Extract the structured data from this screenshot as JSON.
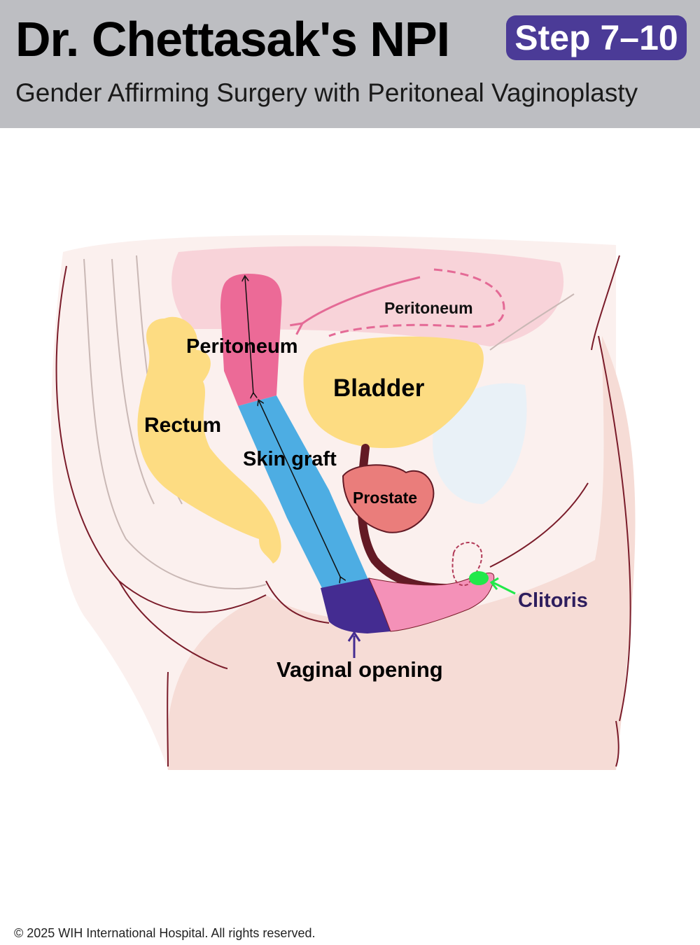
{
  "header": {
    "title": "Dr. Chettasak's NPI",
    "badge": "Step 7–10",
    "subtitle": "Gender Affirming Surgery with Peritoneal Vaginoplasty"
  },
  "diagram": {
    "labels": {
      "peritoneum_flap": "Peritoneum",
      "peritoneum_main": "Peritoneum",
      "bladder": "Bladder",
      "rectum": "Rectum",
      "skin_graft": "Skin graft",
      "prostate": "Prostate",
      "clitoris": "Clitoris",
      "vaginal_opening": "Vaginal opening"
    },
    "colors": {
      "peritoneum_canal": "#ec6a97",
      "skin_graft": "#4dade3",
      "vaginal_opening": "#442c91",
      "organ_yellow": "#fddc82",
      "prostate": "#ea7d7b",
      "clitoris": "#22e84a",
      "labia": "#f491b8",
      "label_purple": "#2e1e5e"
    }
  },
  "footer": {
    "copyright": "© 2025 WIH International Hospital. All rights reserved."
  }
}
